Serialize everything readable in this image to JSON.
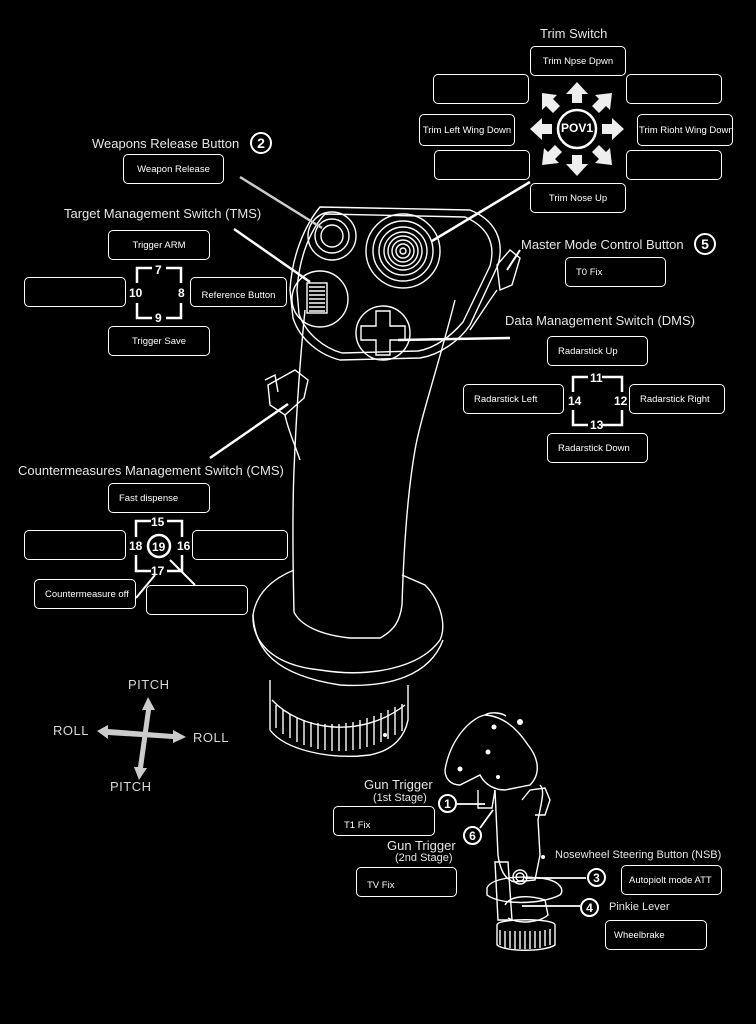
{
  "trim_switch": {
    "title": "Trim Switch",
    "center_label": "POV1",
    "up": "Trim Npse Dpwn",
    "down": "Trim Nose Up",
    "left": "Trim Left Wing Down",
    "right": "Trim Rioht Wing Down",
    "up_left": "",
    "up_right": "",
    "down_left": "",
    "down_right": ""
  },
  "weapons_release": {
    "title": "Weapons Release Button",
    "badge": "2",
    "value": "Weapon Release"
  },
  "tms": {
    "title": "Target Management Switch (TMS)",
    "up": "Trigger ARM",
    "down": "Trigger Save",
    "left": "",
    "right": "Reference Button",
    "num_up": "7",
    "num_right": "8",
    "num_down": "9",
    "num_left": "10"
  },
  "master_mode": {
    "title": "Master Mode Control Button",
    "badge": "5",
    "value": "T0 Fix"
  },
  "dms": {
    "title": "Data Management Switch (DMS)",
    "up": "Radarstick Up",
    "down": "Radarstick Down",
    "left": "Radarstick Left",
    "right": "Radarstick Right",
    "num_up": "11",
    "num_right": "12",
    "num_down": "13",
    "num_left": "14"
  },
  "cms": {
    "title": "Countermeasures Management Switch (CMS)",
    "up": "Fast dispense",
    "left": "",
    "right": "",
    "down_left": "Countermeasure off",
    "down_right": "",
    "num_up": "15",
    "num_right": "16",
    "num_down": "17",
    "num_left": "18",
    "num_center": "19"
  },
  "axes": {
    "pitch_top": "PITCH",
    "pitch_bottom": "PITCH",
    "roll_left": "ROLL",
    "roll_right": "ROLL"
  },
  "gun_trigger_1": {
    "title": "Gun Trigger",
    "subtitle": "(1st Stage)",
    "badge": "1",
    "value": "T1 Fix"
  },
  "gun_trigger_2": {
    "title": "Gun Trigger",
    "subtitle": "(2nd Stage)",
    "badge": "6",
    "value": "TV Fix"
  },
  "nsb": {
    "title": "Nosewheel Steering Button (NSB)",
    "badge": "3",
    "value": "Autopiolt mode ATT"
  },
  "pinkie": {
    "title": "Pinkie Lever",
    "badge": "4",
    "value": "Wheelbrake"
  }
}
